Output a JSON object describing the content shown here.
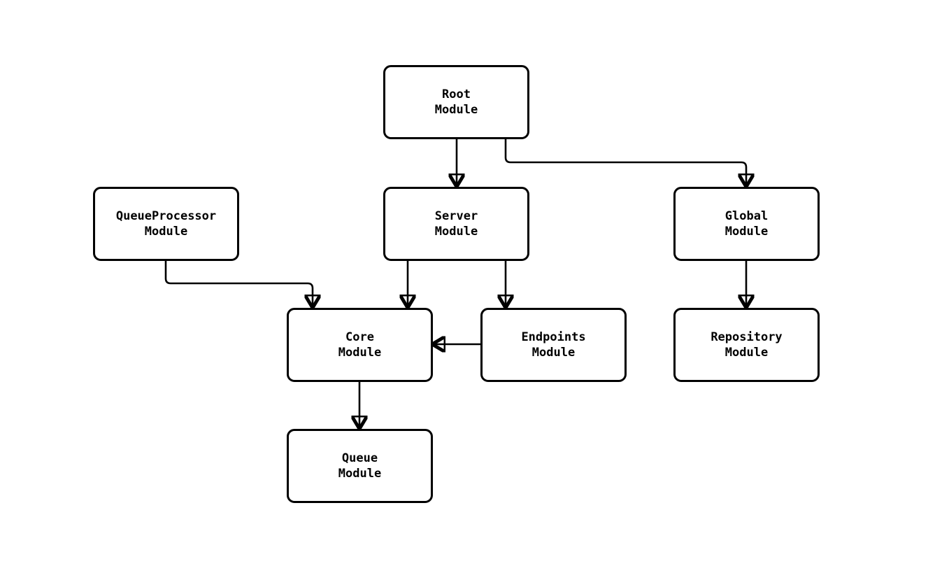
{
  "diagram": {
    "background_color": "#ffffff",
    "line_color": "#000000",
    "node_fill_color": "#ffffff",
    "nodes": {
      "root": {
        "line1": "Root",
        "line2": "Module"
      },
      "queueproc": {
        "line1": "QueueProcessor",
        "line2": "Module"
      },
      "server": {
        "line1": "Server",
        "line2": "Module"
      },
      "global": {
        "line1": "Global",
        "line2": "Module"
      },
      "core": {
        "line1": "Core",
        "line2": "Module"
      },
      "endpoints": {
        "line1": "Endpoints",
        "line2": "Module"
      },
      "repository": {
        "line1": "Repository",
        "line2": "Module"
      },
      "queue": {
        "line1": "Queue",
        "line2": "Module"
      }
    },
    "edges": [
      {
        "from": "Root Module",
        "to": "Server Module"
      },
      {
        "from": "Root Module",
        "to": "Global Module"
      },
      {
        "from": "QueueProcessor Module",
        "to": "Core Module"
      },
      {
        "from": "Server Module",
        "to": "Core Module"
      },
      {
        "from": "Server Module",
        "to": "Endpoints Module"
      },
      {
        "from": "Endpoints Module",
        "to": "Core Module"
      },
      {
        "from": "Global Module",
        "to": "Repository Module"
      },
      {
        "from": "Core Module",
        "to": "Queue Module"
      }
    ]
  }
}
